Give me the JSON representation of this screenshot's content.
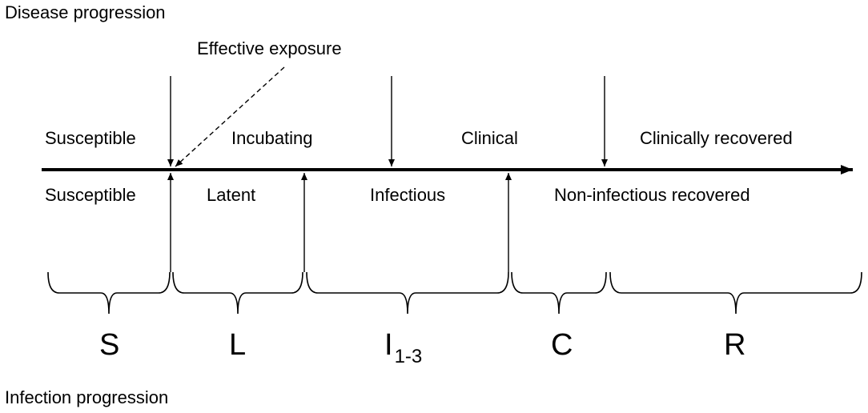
{
  "disease_progression_title": "Disease progression",
  "infection_progression_title": "Infection progression",
  "effective_exposure": "Effective exposure",
  "disease_stages": [
    "Susceptible",
    "Incubating",
    "Clinical",
    "Clinically recovered"
  ],
  "infection_stages": [
    "Susceptible",
    "Latent",
    "Infectious",
    "Non-infectious recovered"
  ],
  "compartments": {
    "s": "S",
    "l": "L",
    "i": "I",
    "i_sub": "1-3",
    "c": "C",
    "r": "R"
  }
}
